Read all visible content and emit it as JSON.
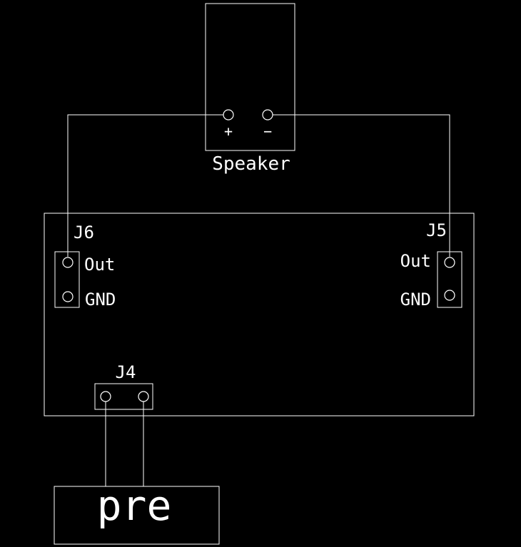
{
  "colors": {
    "background": "#000000",
    "line": "#ffffff"
  },
  "speaker": {
    "label": "Speaker",
    "plus": "+",
    "minus": "−"
  },
  "board": {
    "j6": {
      "ref": "J6",
      "pin1": "Out",
      "pin2": "GND"
    },
    "j5": {
      "ref": "J5",
      "pin1": "Out",
      "pin2": "GND"
    },
    "j4": {
      "ref": "J4"
    }
  },
  "preamp": {
    "label": "pre"
  }
}
